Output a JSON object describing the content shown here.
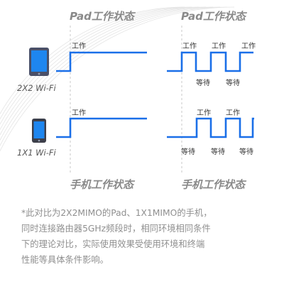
{
  "titles": {
    "pad_state": "Pad工作状态",
    "phone_state": "手机工作状态"
  },
  "devices": {
    "pad": "2X2 Wi-Fi",
    "phone": "1X1 Wi-Fi"
  },
  "signal_labels": {
    "working": "工作",
    "waiting": "等待"
  },
  "footnote": [
    "*此对比为2X2MIMO的Pad、1X1MIMO的手机，",
    "同时连接路由器5GHz频段时，相同环境相同条件",
    "下的理论对比，实际使用效果受使用环境和终端",
    "性能等具体条件影响。"
  ],
  "colors": {
    "signal": "#1a6fe8",
    "divider": "#c8c8c8",
    "title": "#8a8a8a",
    "tablet_body": "#4a5068",
    "phone_body": "#3d3f4a",
    "screen": "#1e86ef"
  },
  "icons": [
    "tablet-icon",
    "phone-icon"
  ]
}
